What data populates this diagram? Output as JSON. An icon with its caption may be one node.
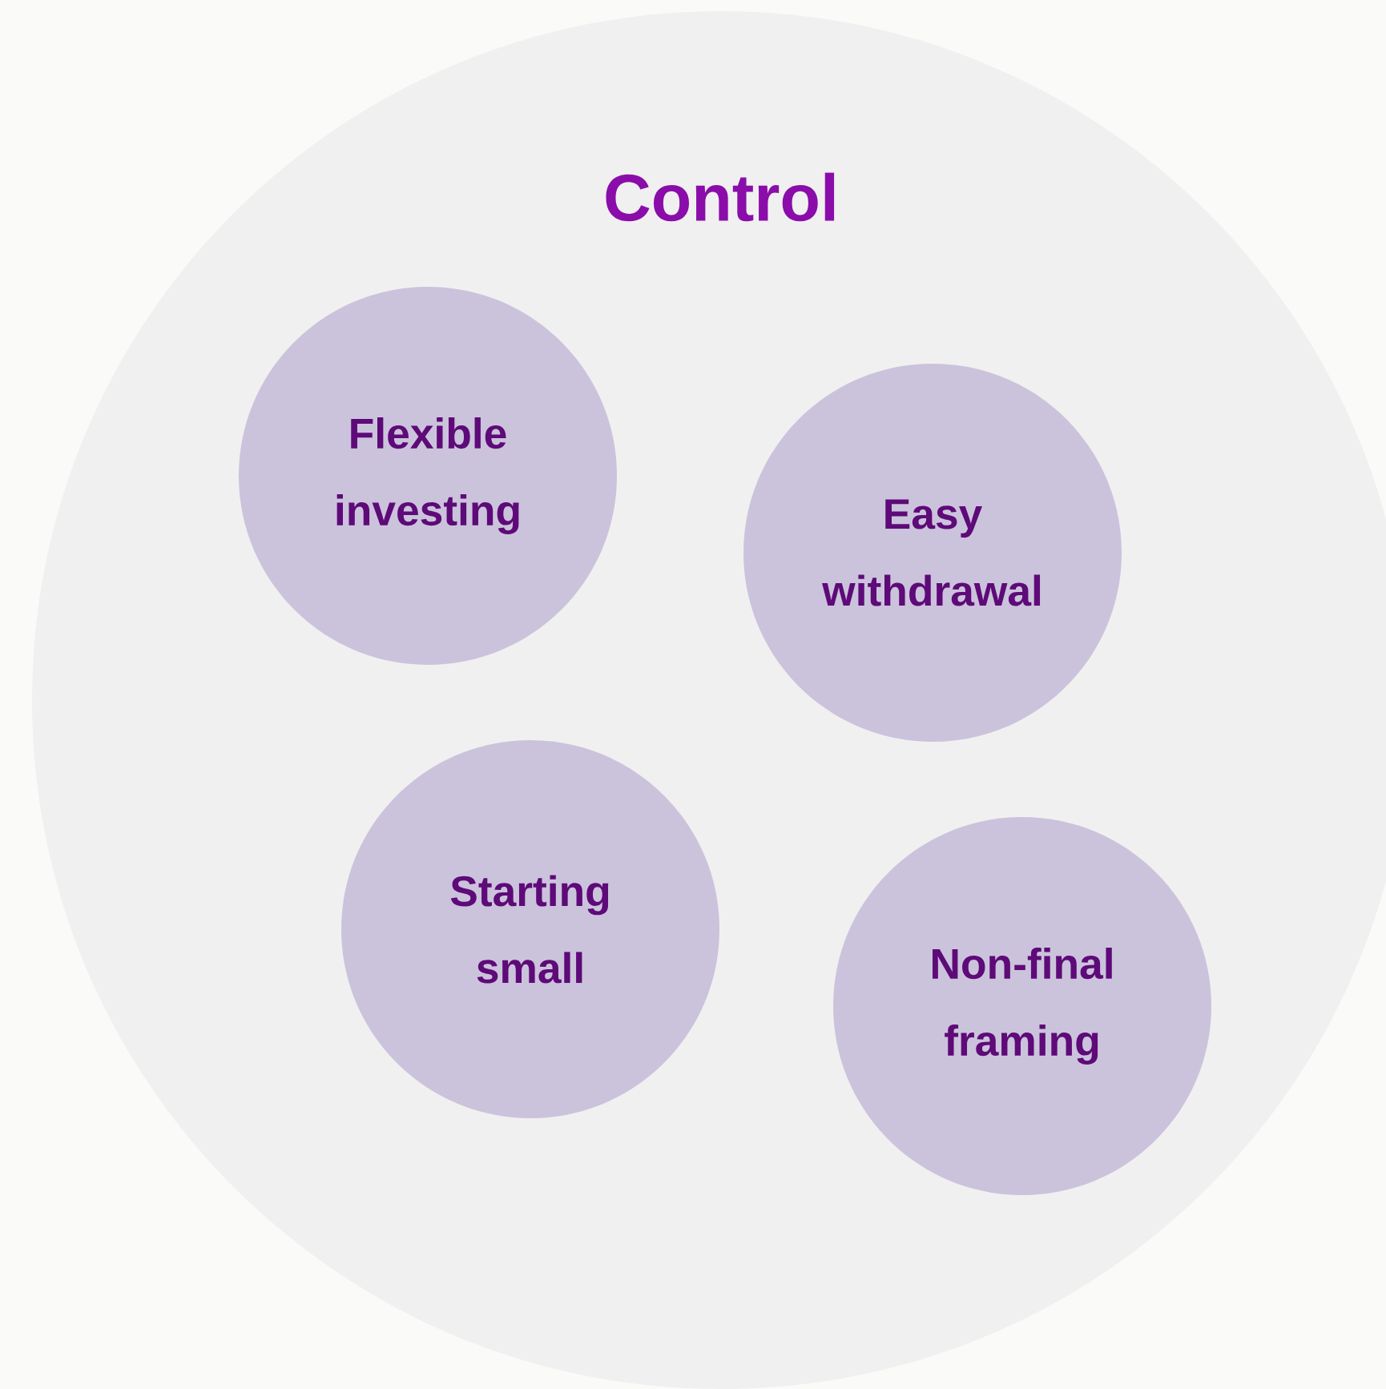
{
  "diagram": {
    "nodes": [
      {
        "text": [
          "Control"
        ]
      },
      {
        "text": [
          "Flexible investing"
        ],
        "in": 0
      },
      {
        "text": [
          "Easy withdrawal"
        ],
        "in": 0
      },
      {
        "text": [
          "Starting small"
        ],
        "in": 0
      },
      {
        "text": [
          "Non-final framing"
        ],
        "in": 0
      }
    ]
  }
}
